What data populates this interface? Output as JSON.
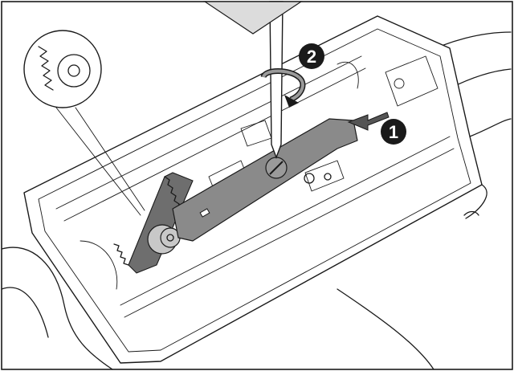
{
  "callouts": [
    {
      "id": "step-1",
      "label": "1"
    },
    {
      "id": "step-2",
      "label": "2"
    }
  ],
  "colors": {
    "line": "#1a1a1a",
    "lever_fill": "#8a8a8a",
    "badge_fill": "#1a1a1a",
    "badge_text": "#ffffff",
    "background": "#ffffff"
  },
  "icons": [
    "detail-magnifier-icon",
    "push-arrow-icon",
    "rotate-arrow-icon"
  ]
}
